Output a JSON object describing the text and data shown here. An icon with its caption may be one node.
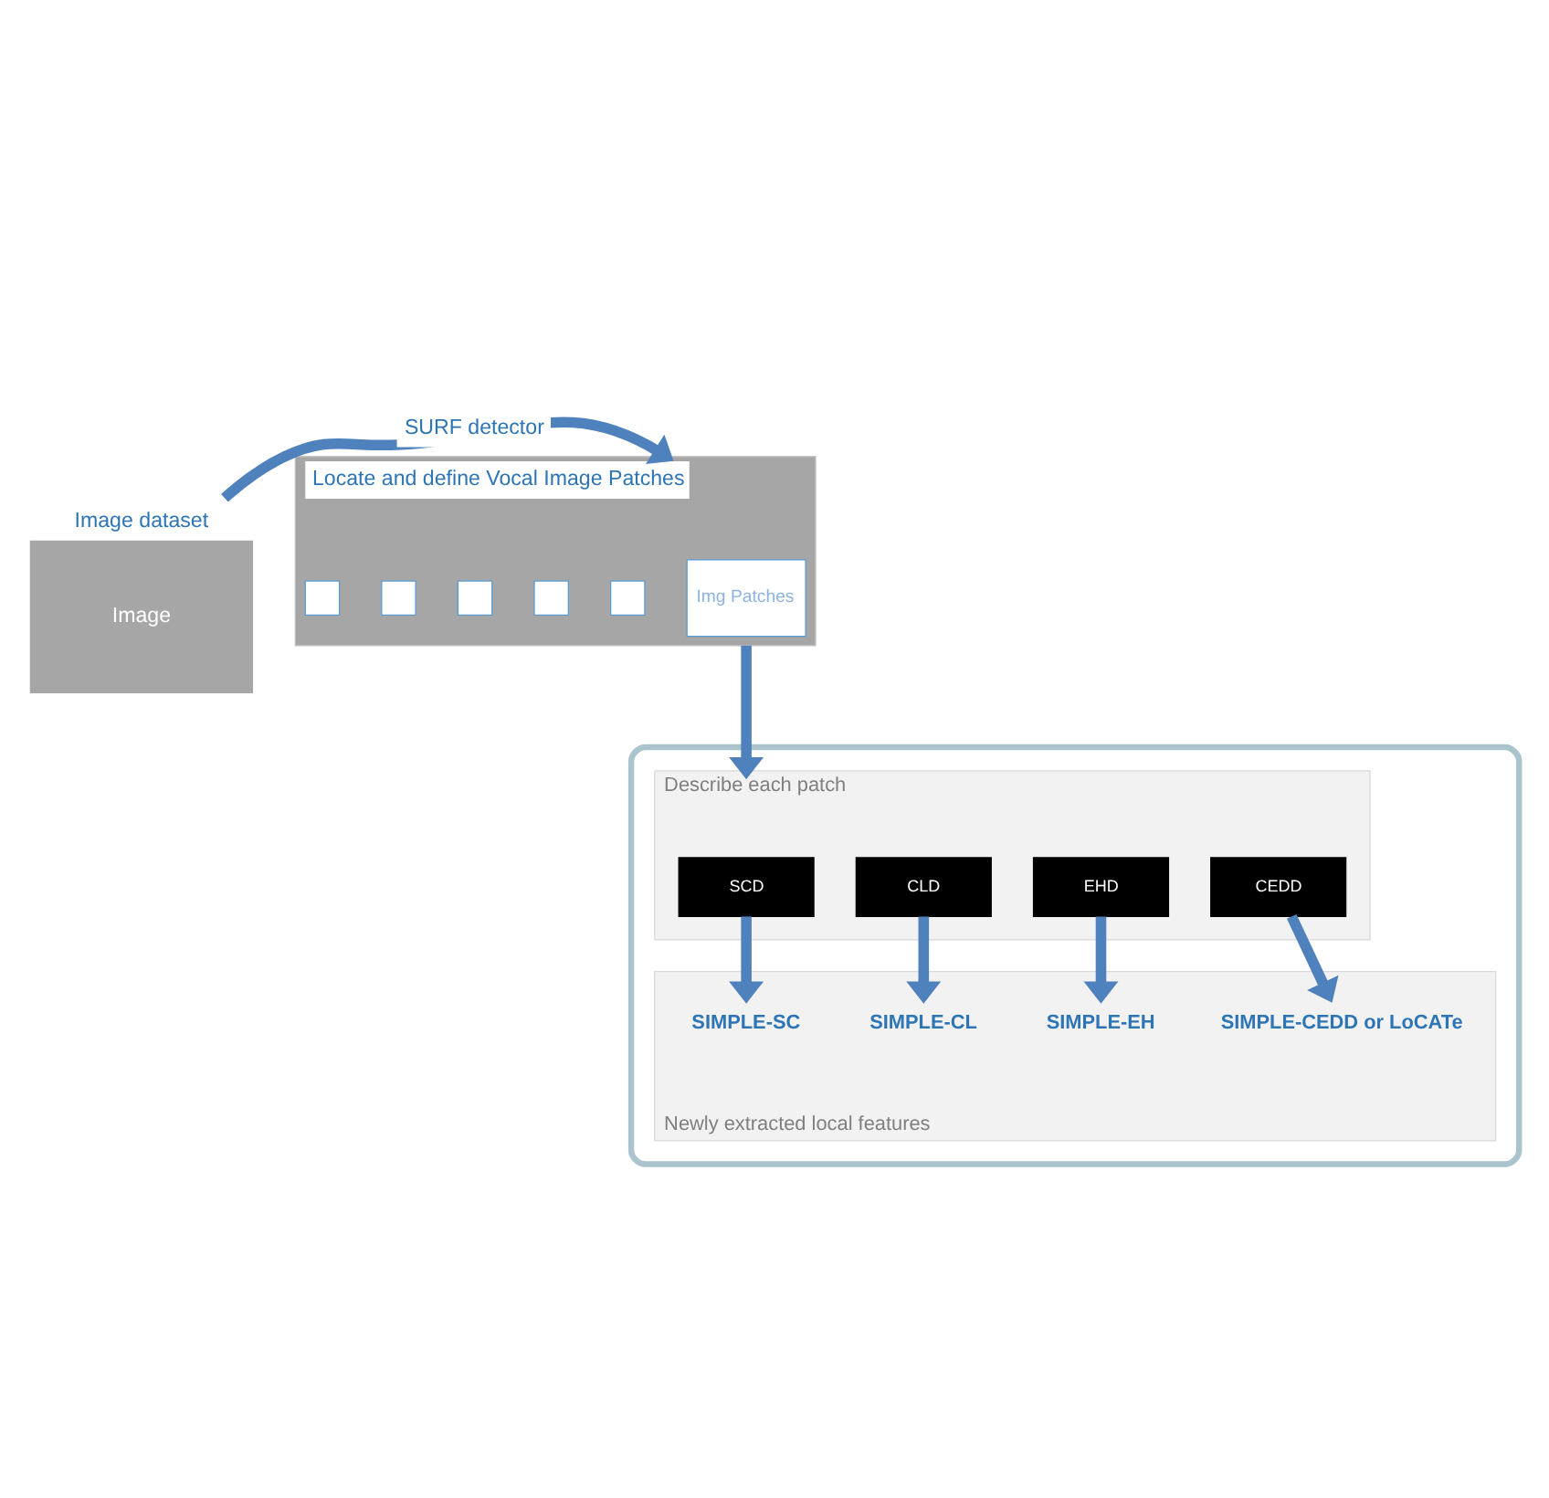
{
  "diagram": {
    "nodes": [
      {
        "text": [
          "Image dataset",
          "Image"
        ]
      },
      {
        "text": [
          "Locate and define Vocal Image Patches"
        ]
      },
      {
        "text": [
          "Img Patches"
        ],
        "in": 1
      },
      {
        "text": [],
        "shape": "box",
        "in": 1
      },
      {
        "text": [],
        "shape": "box",
        "in": 1
      },
      {
        "text": [],
        "shape": "box",
        "in": 1
      },
      {
        "text": [],
        "shape": "box",
        "in": 1
      },
      {
        "text": [],
        "shape": "box",
        "in": 1
      },
      {
        "text": [],
        "shape": "box"
      },
      {
        "text": [
          "Describe each patch"
        ],
        "in": 8
      },
      {
        "text": [
          "SCD"
        ],
        "in": 9
      },
      {
        "text": [
          "CLD"
        ],
        "in": 9
      },
      {
        "text": [
          "EHD"
        ],
        "in": 9
      },
      {
        "text": [
          "CEDD"
        ],
        "in": 9
      },
      {
        "text": [
          "Newly extracted local features"
        ],
        "in": 8
      },
      {
        "text": [
          "SIMPLE-SC"
        ],
        "in": 14
      },
      {
        "text": [
          "SIMPLE-CL"
        ],
        "in": 14
      },
      {
        "text": [
          "SIMPLE-EH"
        ],
        "in": 14
      },
      {
        "text": [
          "SIMPLE-CEDD or LoCATe"
        ],
        "in": 14
      }
    ],
    "edges": [
      {
        "from": 0,
        "to": 1,
        "arrow": "to",
        "label": "SURF detector"
      },
      {
        "from": 1,
        "to": 9,
        "arrow": "to"
      },
      {
        "from": 10,
        "to": 15,
        "arrow": "to"
      },
      {
        "from": 11,
        "to": 16,
        "arrow": "to"
      },
      {
        "from": 12,
        "to": 17,
        "arrow": "to"
      },
      {
        "from": 13,
        "to": 18,
        "arrow": "to"
      }
    ]
  }
}
